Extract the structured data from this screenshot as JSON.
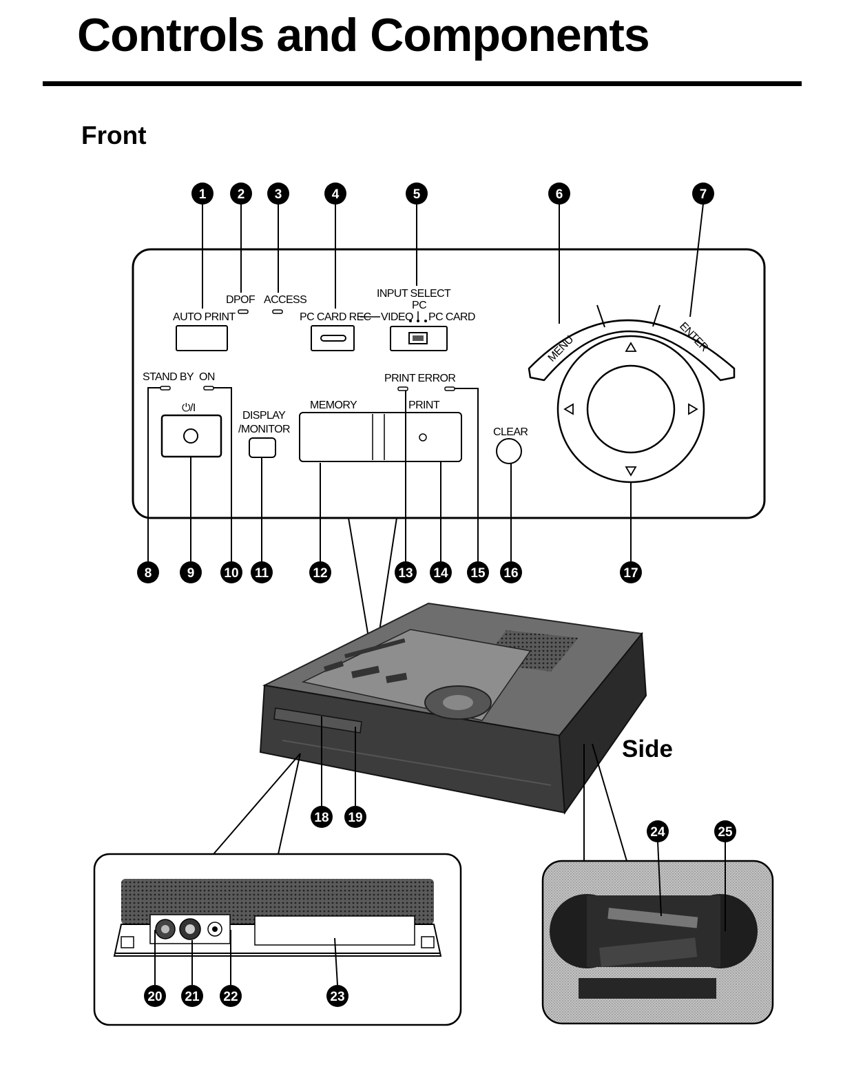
{
  "title": "Controls and Components",
  "front_heading": "Front",
  "side_heading": "Side",
  "panel_labels": {
    "auto_print": "AUTO PRINT",
    "dpof": "DPOF",
    "access": "ACCESS",
    "pc_card_rec": "PC CARD REC",
    "input_select": "INPUT SELECT",
    "input_pc": "PC",
    "input_video": "VIDEO",
    "input_pc_card": "PC CARD",
    "stand_by": "STAND BY",
    "on": "ON",
    "power": "⏻/I",
    "display_line1": "DISPLAY",
    "display_line2": "/MONITOR",
    "memory": "MEMORY",
    "print": "PRINT",
    "print_error": "PRINT ERROR",
    "clear": "CLEAR",
    "menu": "MENU",
    "enter": "ENTER"
  },
  "callouts": [
    "1",
    "2",
    "3",
    "4",
    "5",
    "6",
    "7",
    "8",
    "9",
    "10",
    "11",
    "12",
    "13",
    "14",
    "15",
    "16",
    "17",
    "18",
    "19",
    "20",
    "21",
    "22",
    "23",
    "24",
    "25"
  ],
  "colors": {
    "ink": "#000000",
    "paper": "#ffffff",
    "device_body": "#3a3a3a",
    "device_top": "#7a7a7a",
    "photo_bg": "#c8c8c8"
  }
}
